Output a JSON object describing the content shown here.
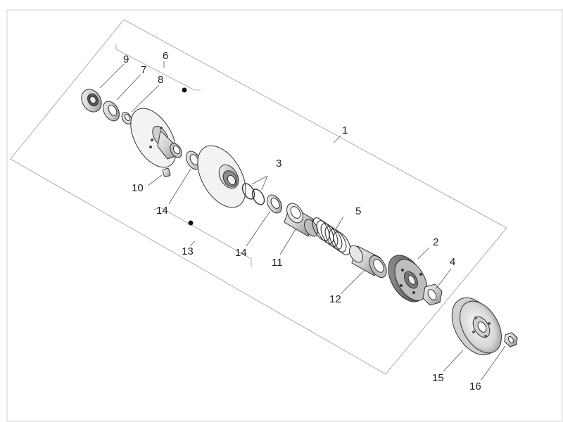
{
  "diagram": {
    "callouts": {
      "c1": "1",
      "c2": "2",
      "c3": "3",
      "c4": "4",
      "c5": "5",
      "c6": "6",
      "c7": "7",
      "c8": "8",
      "c9": "9",
      "c10": "10",
      "c11": "11",
      "c12": "12",
      "c13": "13",
      "c14a": "14",
      "c14b": "14",
      "c15": "15",
      "c16": "16"
    },
    "colors": {
      "line": "#333333",
      "frame": "#9a9a9a",
      "metal_light": "#e6e6e6",
      "metal_mid": "#bdbdbd",
      "metal_dark": "#7a7a7a"
    }
  }
}
